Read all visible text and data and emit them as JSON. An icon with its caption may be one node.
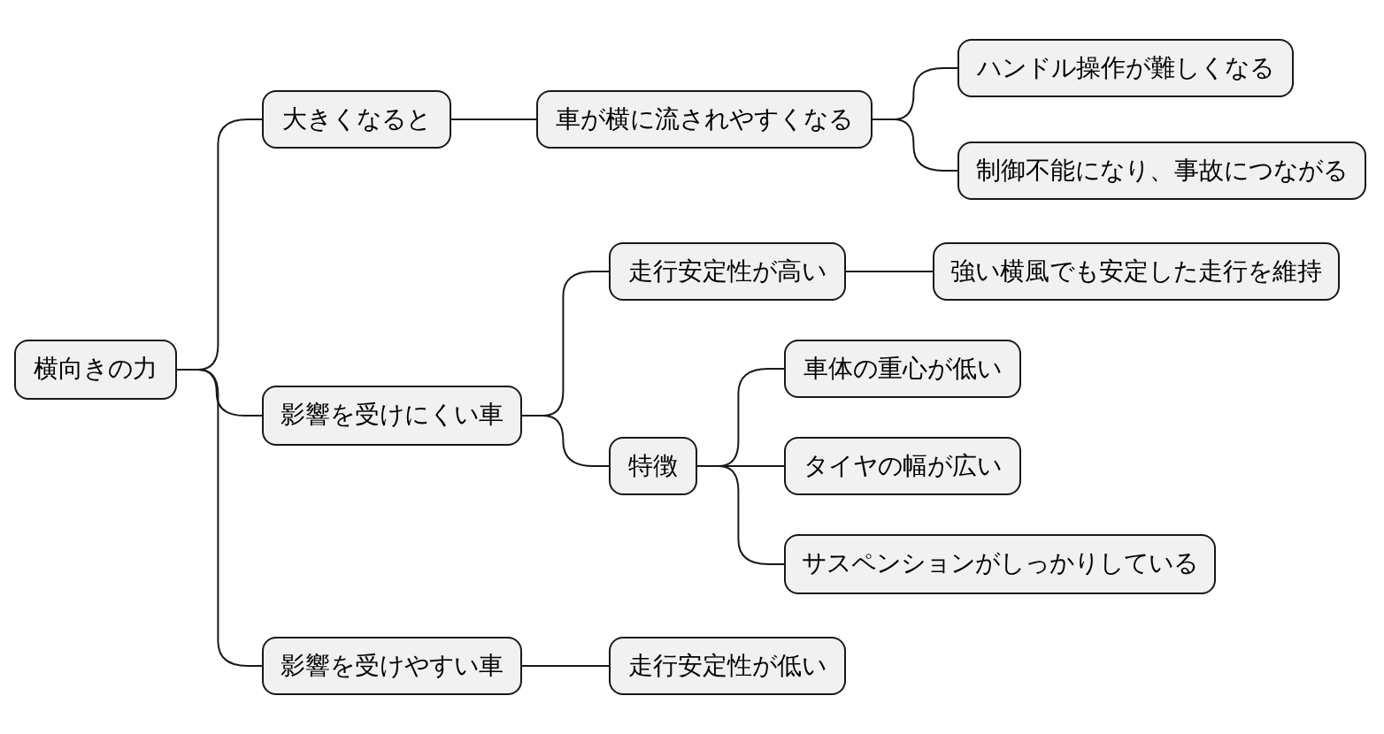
{
  "diagram": {
    "nodes": [
      {
        "text": [
          "横向きの力"
        ]
      },
      {
        "text": [
          "大きくなると"
        ]
      },
      {
        "text": [
          "車が横に流されやすくなる"
        ]
      },
      {
        "text": [
          "ハンドル操作が難しくなる"
        ]
      },
      {
        "text": [
          "制御不能になり、事故につながる"
        ]
      },
      {
        "text": [
          "影響を受けにくい車"
        ]
      },
      {
        "text": [
          "走行安定性が高い"
        ]
      },
      {
        "text": [
          "強い横風でも安定した走行を維持"
        ]
      },
      {
        "text": [
          "特徴"
        ]
      },
      {
        "text": [
          "車体の重心が低い"
        ]
      },
      {
        "text": [
          "タイヤの幅が広い"
        ]
      },
      {
        "text": [
          "サスペンションがしっかりしている"
        ]
      },
      {
        "text": [
          "影響を受けやすい車"
        ]
      },
      {
        "text": [
          "走行安定性が低い"
        ]
      }
    ],
    "edges": [
      {
        "from": 0,
        "to": 1,
        "arrow": "none"
      },
      {
        "from": 1,
        "to": 2,
        "arrow": "none"
      },
      {
        "from": 2,
        "to": 3,
        "arrow": "none"
      },
      {
        "from": 2,
        "to": 4,
        "arrow": "none"
      },
      {
        "from": 0,
        "to": 5,
        "arrow": "none"
      },
      {
        "from": 5,
        "to": 6,
        "arrow": "none"
      },
      {
        "from": 6,
        "to": 7,
        "arrow": "none"
      },
      {
        "from": 5,
        "to": 8,
        "arrow": "none"
      },
      {
        "from": 8,
        "to": 9,
        "arrow": "none"
      },
      {
        "from": 8,
        "to": 10,
        "arrow": "none"
      },
      {
        "from": 8,
        "to": 11,
        "arrow": "none"
      },
      {
        "from": 0,
        "to": 12,
        "arrow": "none"
      },
      {
        "from": 12,
        "to": 13,
        "arrow": "none"
      }
    ]
  }
}
